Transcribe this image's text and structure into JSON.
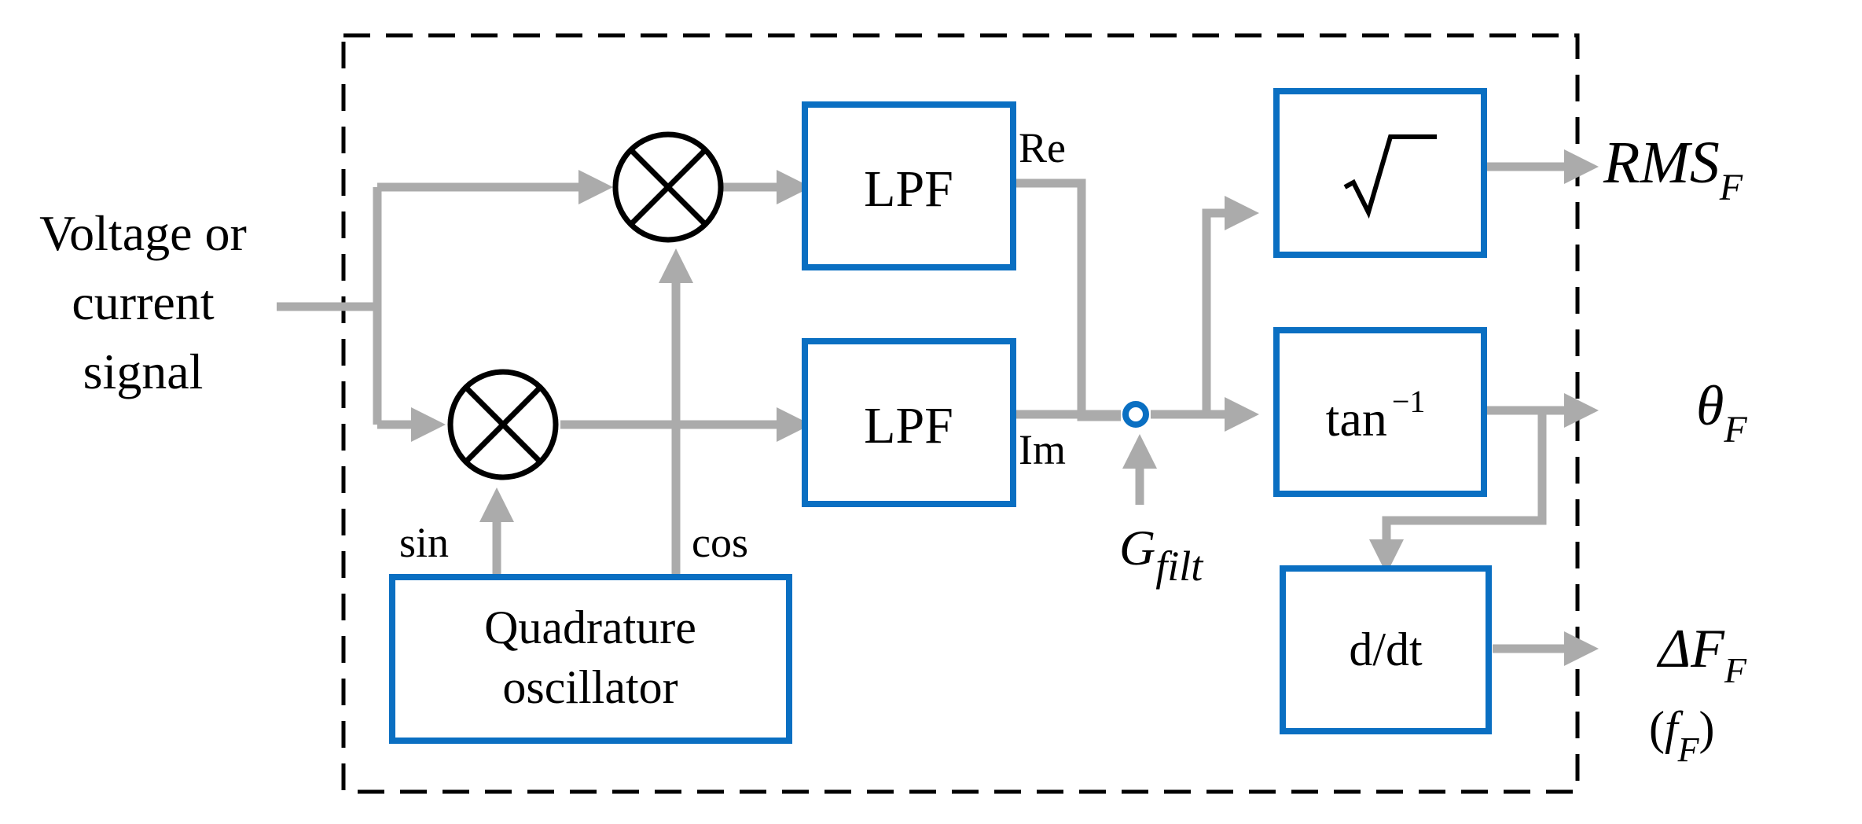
{
  "diagram": {
    "input_label": [
      "Voltage or",
      "current",
      "signal"
    ],
    "blocks": {
      "lpf_top": "LPF",
      "lpf_bottom": "LPF",
      "sqrt": "√",
      "atan_base": "tan",
      "atan_exp": "−1",
      "deriv": "d/dt",
      "oscillator": [
        "Quadrature",
        "oscillator"
      ]
    },
    "signals": {
      "re": "Re",
      "im": "Im",
      "sin": "sin",
      "cos": "cos",
      "gain_base": "G",
      "gain_sub": "filt"
    },
    "outputs": {
      "rms_base": "RMS",
      "rms_sub": "F",
      "theta_base": "θ",
      "theta_sub": "F",
      "df_base": "ΔF",
      "df_sub": "F",
      "freq_open": "(",
      "freq_base": "f",
      "freq_sub": "F",
      "freq_close": ")"
    },
    "colors": {
      "block_border": "#0a6fc2",
      "wire": "#ababab",
      "mixer": "#000000",
      "frame": "#000000"
    }
  }
}
